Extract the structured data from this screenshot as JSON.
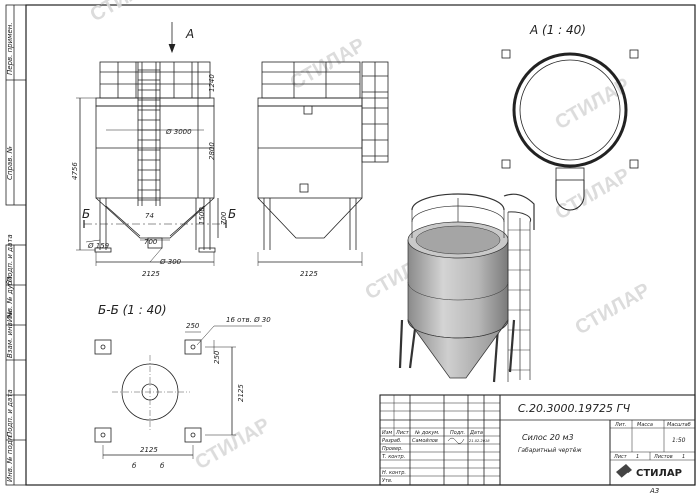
{
  "side_margin": {
    "fields": [
      "Перв. примен.",
      "Справ. №",
      "Подп. и дата",
      "Инв. № дубл.",
      "Взам. инв. №",
      "Подп. и дата",
      "Инв. № подл."
    ]
  },
  "views": {
    "main": {
      "arrow_label": "А",
      "section_mark": "Б",
      "dims": {
        "overall_height": "4756",
        "roof_h": "1240",
        "cyl_h": "2800",
        "cone_h": "1500",
        "leg_h": "700",
        "diameter": "Ø 3000",
        "outlet_flange": "74",
        "outlet_w": "700",
        "leg_dia": "Ø 159",
        "hatch_dia": "Ø 300",
        "base_w": "2125"
      }
    },
    "side": {
      "base_w": "2125"
    },
    "top": {
      "title": "А (1 : 40)"
    },
    "section": {
      "title": "Б-Б (1 : 40)",
      "plate": "250",
      "holes": "16 отв. Ø 30",
      "span_h": "2125",
      "span_w": "2125",
      "plate_v": "250",
      "foot_marks": [
        "б",
        "б"
      ]
    }
  },
  "watermark": "СТИЛАР",
  "title_block": {
    "designation": "С.20.3000.19725 ГЧ",
    "name": "Силос 20 м3",
    "doc_type": "Габаритный чертёж",
    "col_headers": [
      "Изм",
      "Лист",
      "№ докум.",
      "Подп.",
      "Дата"
    ],
    "rows": [
      {
        "role": "Разраб.",
        "person": "Самойлов",
        "date": "21.02.2018"
      },
      {
        "role": "Провер.",
        "person": "",
        "date": ""
      },
      {
        "role": "Т. контр.",
        "person": "",
        "date": ""
      },
      {
        "role": "Н. контр.",
        "person": "",
        "date": ""
      },
      {
        "role": "Утв.",
        "person": "",
        "date": ""
      }
    ],
    "lit_header": "Лит.",
    "mass_header": "Масса",
    "scale_header": "Масштаб",
    "scale": "1:50",
    "sheet_label": "Лист",
    "sheet": "1",
    "sheets_label": "Листов",
    "sheets": "1",
    "company": "СТИЛАР"
  },
  "format": "А3"
}
